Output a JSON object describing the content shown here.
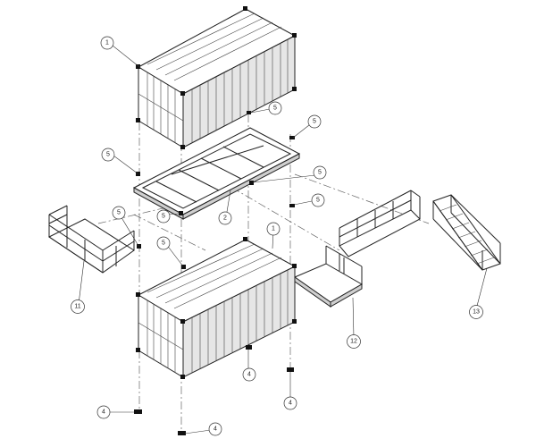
{
  "callouts": [
    {
      "id": "c1a",
      "label": "1"
    },
    {
      "id": "c5a",
      "label": "5"
    },
    {
      "id": "c5b",
      "label": "5"
    },
    {
      "id": "c5c",
      "label": "5"
    },
    {
      "id": "c5d",
      "label": "5"
    },
    {
      "id": "c5e",
      "label": "5"
    },
    {
      "id": "c5f",
      "label": "5"
    },
    {
      "id": "c5g",
      "label": "5"
    },
    {
      "id": "c5h",
      "label": "5"
    },
    {
      "id": "c2",
      "label": "2"
    },
    {
      "id": "c1b",
      "label": "1"
    },
    {
      "id": "c11",
      "label": "11"
    },
    {
      "id": "c12",
      "label": "12"
    },
    {
      "id": "c13",
      "label": "13"
    },
    {
      "id": "c4a",
      "label": "4"
    },
    {
      "id": "c4b",
      "label": "4"
    },
    {
      "id": "c4c",
      "label": "4"
    },
    {
      "id": "c4d",
      "label": "4"
    }
  ]
}
